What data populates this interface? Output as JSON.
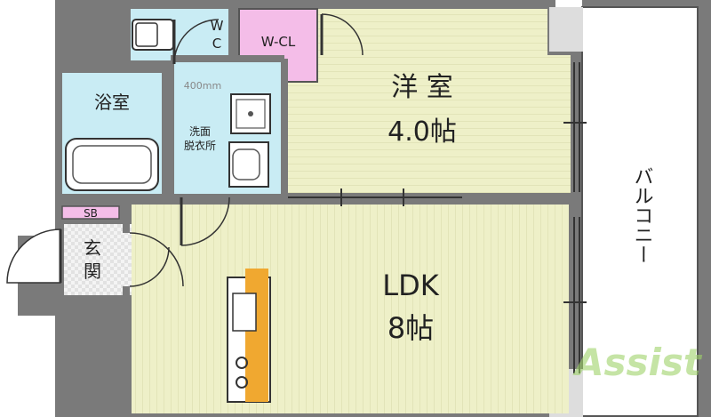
{
  "rooms": {
    "wc": {
      "line1": "W",
      "line2": "C"
    },
    "walk_in_closet": "W-CL",
    "western_room": {
      "name": "洋 室",
      "size": "4.0帖"
    },
    "bathroom": "浴室",
    "washroom": {
      "line1": "洗面",
      "line2": "脱衣所"
    },
    "width_note": "400mm",
    "shoe_box": "SB",
    "entrance": {
      "line1": "玄",
      "line2": "関"
    },
    "ldk": {
      "name": "LDK",
      "size": "8帖"
    },
    "balcony": "バルコニー"
  },
  "watermark": "Assist",
  "colors": {
    "wall": "#7a7a7a",
    "floor_wood": "#eef0c8",
    "wet_area": "#c9ecf4",
    "closet": "#f4bde8",
    "shoe_box": "#f4bde8",
    "entrance_tile": "#f2f2f2",
    "balcony": "#ffffff",
    "counter_accent": "#f0a830",
    "watermark": "#9fd36a"
  }
}
